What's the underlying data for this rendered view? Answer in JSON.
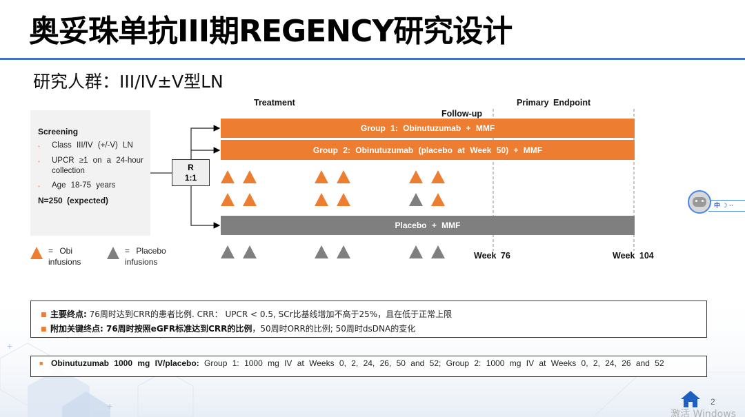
{
  "slide": {
    "title": "奥妥珠单抗III期REGENCY研究设计",
    "subtitle": "研究人群：III/IV±V型LN",
    "page_number": "2",
    "watermark": "激活 Windows"
  },
  "screening": {
    "title": "Screening",
    "items": [
      "Class III/IV (+/-V) LN",
      "UPCR ≥1 on a 24-hour collection",
      "Age 18-75 years"
    ],
    "n_label": "N=250 (expected)"
  },
  "randomization": {
    "line1": "R",
    "line2": "1:1"
  },
  "timeline": {
    "treatment_label": "Treatment",
    "followup_label": "Follow-up",
    "primary_endpoint_label": "Primary Endpoint",
    "week76_label": "Week 76",
    "week104_label": "Week 104",
    "arms": [
      {
        "label": "Group 1: Obinutuzumab + MMF",
        "color": "#ed7d31"
      },
      {
        "label": "Group 2: Obinutuzumab (placebo at Week 50) + MMF",
        "color": "#ed7d31"
      },
      {
        "label": "Placebo + MMF",
        "color": "#7f7f7f"
      }
    ],
    "infusion_rows": [
      {
        "arm": "Group 1",
        "infusions": [
          "obi",
          "obi",
          "obi",
          "obi",
          "obi",
          "obi"
        ]
      },
      {
        "arm": "Group 2",
        "infusions": [
          "obi",
          "obi",
          "obi",
          "obi",
          "placebo",
          "obi"
        ]
      },
      {
        "arm": "Placebo",
        "infusions": [
          "placebo",
          "placebo",
          "placebo",
          "placebo",
          "placebo",
          "placebo"
        ]
      }
    ],
    "infusion_colors": {
      "obi": "#ed7d31",
      "placebo": "#7f7f7f"
    }
  },
  "legend": {
    "obi_line1": "= Obi",
    "obi_line2": "infusions",
    "placebo_line1": "= Placebo",
    "placebo_line2": "infusions"
  },
  "endpoints": {
    "primary_label": "主要终点:",
    "primary_text": " 76周时达到CRR的患者比例. CRR： UPCR < 0.5, SCr比基线增加不高于25%，且在低于正常上限",
    "secondary_label": "附加关键终点: 76周时按照eGFR标准达到CRR的比例",
    "secondary_text": "，50周时ORR的比例; 50周时dsDNA的变化"
  },
  "dosing": {
    "label": "Obinutuzumab 1000 mg IV/placebo:",
    "text": " Group 1: 1000 mg IV at Weeks 0, 2, 24, 26, 50 and 52; Group 2: 1000 mg IV at Weeks 0, 2, 24, 26 and 52"
  },
  "assistant_widget": {
    "text": "中 ☽ ··"
  }
}
